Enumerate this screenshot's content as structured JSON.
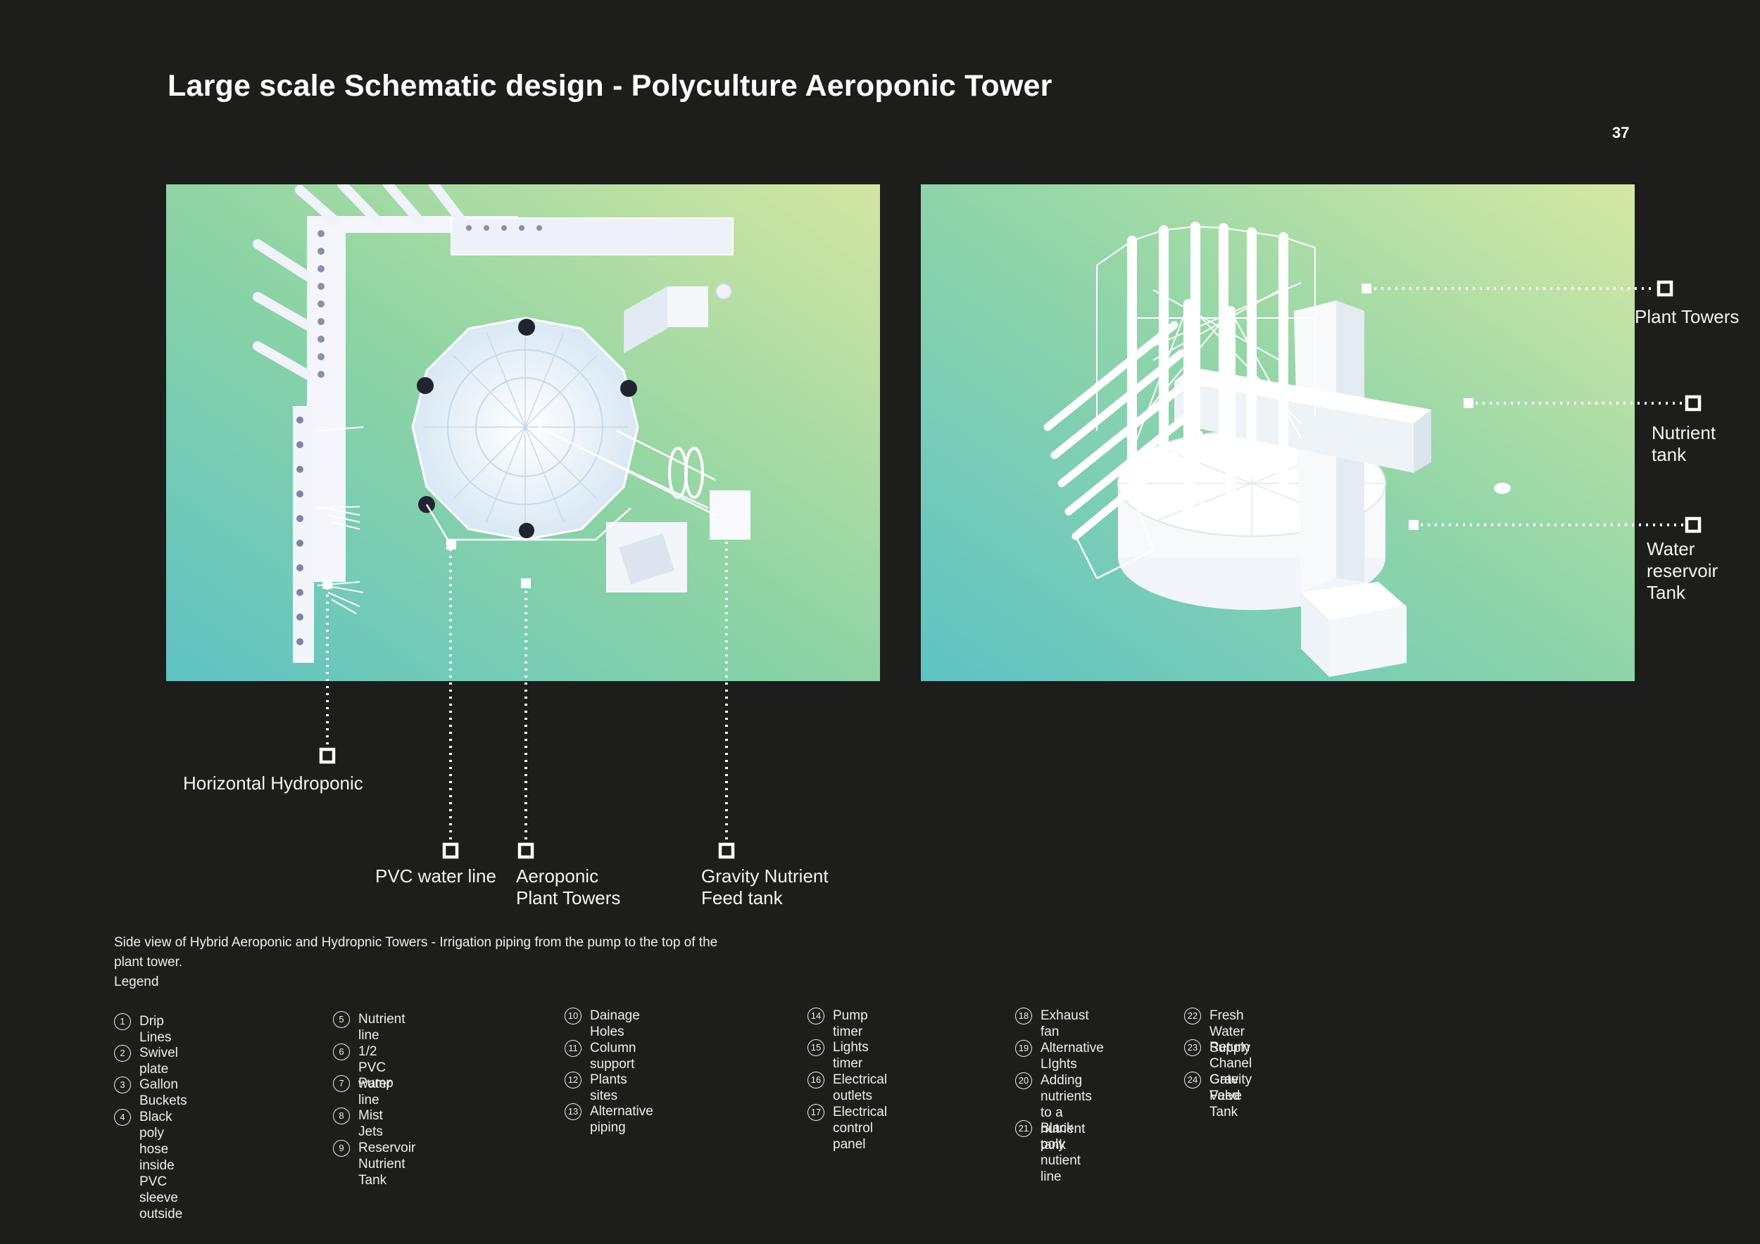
{
  "page": {
    "title": "Large scale Schematic design - Polyculture Aeroponic Tower",
    "page_number": "37"
  },
  "colors": {
    "background": "#1d1d1c",
    "render_teal": "#5ec3c4",
    "render_green": "#8fd4a4",
    "render_yellow": "#d4e6a3",
    "line_white": "#ffffff"
  },
  "callouts_left": [
    {
      "id": "horizontal-hydroponic",
      "label": "Horizontal Hydroponic"
    },
    {
      "id": "pvc-water-line",
      "label": "PVC water line"
    },
    {
      "id": "aeroponic-plant-towers",
      "label": "Aeroponic\nPlant Towers"
    },
    {
      "id": "gravity-nutrient-feed-tank",
      "label": "Gravity Nutrient\nFeed tank"
    }
  ],
  "callouts_right": [
    {
      "id": "plant-towers",
      "label": "Plant Towers"
    },
    {
      "id": "nutrient-tank",
      "label": "Nutrient\ntank"
    },
    {
      "id": "water-reservoir-tank",
      "label": "Water\nreservoir\nTank"
    }
  ],
  "caption": {
    "text": "Side view of Hybrid Aeroponic and Hydropnic Towers - Irrigation piping from the pump to the top of the plant tower.",
    "legend_heading": "Legend"
  },
  "legend": [
    {
      "n": "1",
      "label": "Drip Lines"
    },
    {
      "n": "2",
      "label": "Swivel plate"
    },
    {
      "n": "3",
      "label": "Gallon Buckets"
    },
    {
      "n": "4",
      "label": "Black poly hose inside\nPVC sleeve outside"
    },
    {
      "n": "5",
      "label": "Nutrient line"
    },
    {
      "n": "6",
      "label": "1/2 PVC water line"
    },
    {
      "n": "7",
      "label": "Pump"
    },
    {
      "n": "8",
      "label": "Mist Jets"
    },
    {
      "n": "9",
      "label": "Reservoir Nutrient Tank"
    },
    {
      "n": "10",
      "label": "Dainage Holes"
    },
    {
      "n": "11",
      "label": "Column support"
    },
    {
      "n": "12",
      "label": "Plants sites"
    },
    {
      "n": "13",
      "label": "Alternative piping"
    },
    {
      "n": "14",
      "label": "Pump timer"
    },
    {
      "n": "15",
      "label": "Lights timer"
    },
    {
      "n": "16",
      "label": "Electrical outlets"
    },
    {
      "n": "17",
      "label": "Electrical control panel"
    },
    {
      "n": "18",
      "label": "Exhaust fan"
    },
    {
      "n": "19",
      "label": "Alternative LIghts"
    },
    {
      "n": "20",
      "label": "Adding nutrients to a\nnutrient tank"
    },
    {
      "n": "21",
      "label": "Black poly nutient line"
    },
    {
      "n": "22",
      "label": "Fresh Water Supply"
    },
    {
      "n": "23",
      "label": "Return Chanel Gate Valve"
    },
    {
      "n": "24",
      "label": "Gravity Feed Tank"
    }
  ]
}
